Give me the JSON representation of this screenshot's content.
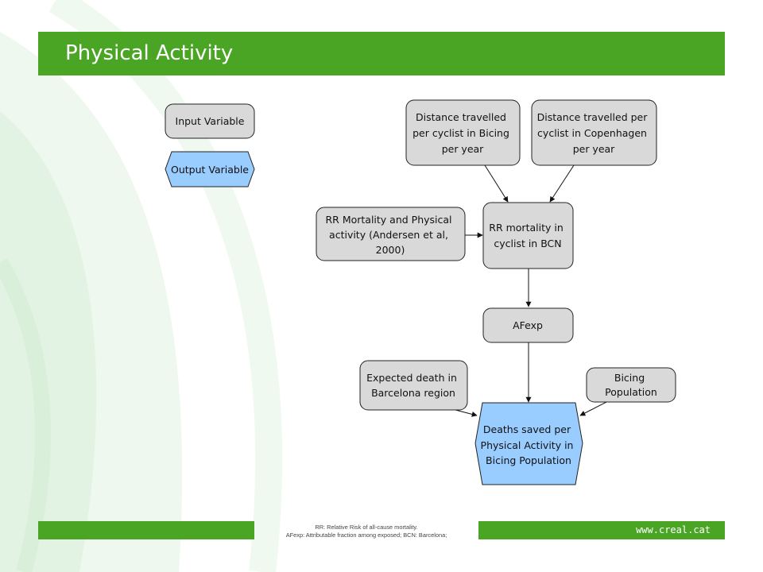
{
  "header": {
    "title": "Physical Activity"
  },
  "legend": {
    "input": "Input Variable",
    "output": "Output Variable"
  },
  "nodes": {
    "dist_bicing": [
      "Distance travelled",
      "per cyclist in Bicing",
      "per year"
    ],
    "dist_copenhagen": [
      "Distance travelled per",
      "cyclist in Copenhagen",
      "per year"
    ],
    "rr_andersen": [
      "RR Mortality and Physical",
      "activity (Andersen et al,",
      "2000)"
    ],
    "rr_bcn": [
      "RR mortality in",
      "cyclist in BCN"
    ],
    "afexp": [
      "AFexp"
    ],
    "expected_death": [
      "Expected death in",
      "Barcelona region"
    ],
    "bicing_pop": [
      "Bicing",
      "Population"
    ],
    "deaths_saved": [
      "Deaths saved per",
      "Physical Activity in",
      "Bicing Population"
    ]
  },
  "footer": {
    "note_line1": "RR:  Relative Risk of all-cause mortality.",
    "note_line2": "AFexp: Attributable fraction among exposed; BCN: Barcelona;",
    "url": "www.creal.cat"
  },
  "colors": {
    "brand_green": "#4ba525",
    "input_fill": "#d9d9d9",
    "output_fill": "#99ccff"
  }
}
